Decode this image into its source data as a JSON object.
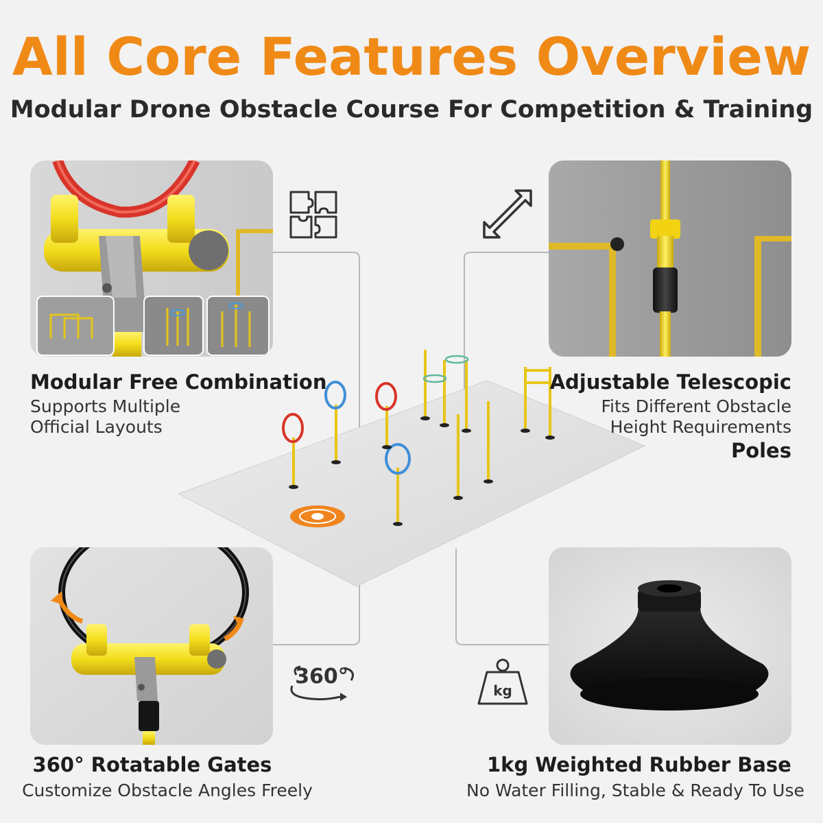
{
  "header": {
    "title": "All Core Features Overview",
    "subtitle": "Modular Drone Obstacle Course For Competition & Training"
  },
  "colors": {
    "accent_orange": "#f08a17",
    "pole_yellow": "#f2dd1c",
    "gate_red": "#e23b2e",
    "gate_blue": "#3f8fd6",
    "mat_gray": "#e4e4e4"
  },
  "features": {
    "modular": {
      "title": "Modular Free Combination",
      "desc_line1": "Supports Multiple",
      "desc_line2": "Official Layouts",
      "icon": "puzzle-icon"
    },
    "telescopic": {
      "title": "Adjustable Telescopic",
      "desc_line1": "Fits Different Obstacle",
      "desc_line2": "Height Requirements",
      "desc_line3": "Poles",
      "icon": "resize-arrows-icon"
    },
    "rotatable": {
      "title": "360° Rotatable Gates",
      "desc_line1": "Customize Obstacle Angles Freely",
      "icon": "rotate-360-icon",
      "icon_text": "360°"
    },
    "base": {
      "title": "1kg Weighted Rubber Base",
      "desc_line1": "No Water Filling, Stable & Ready To Use",
      "icon": "weight-kg-icon",
      "icon_text": "kg"
    }
  }
}
